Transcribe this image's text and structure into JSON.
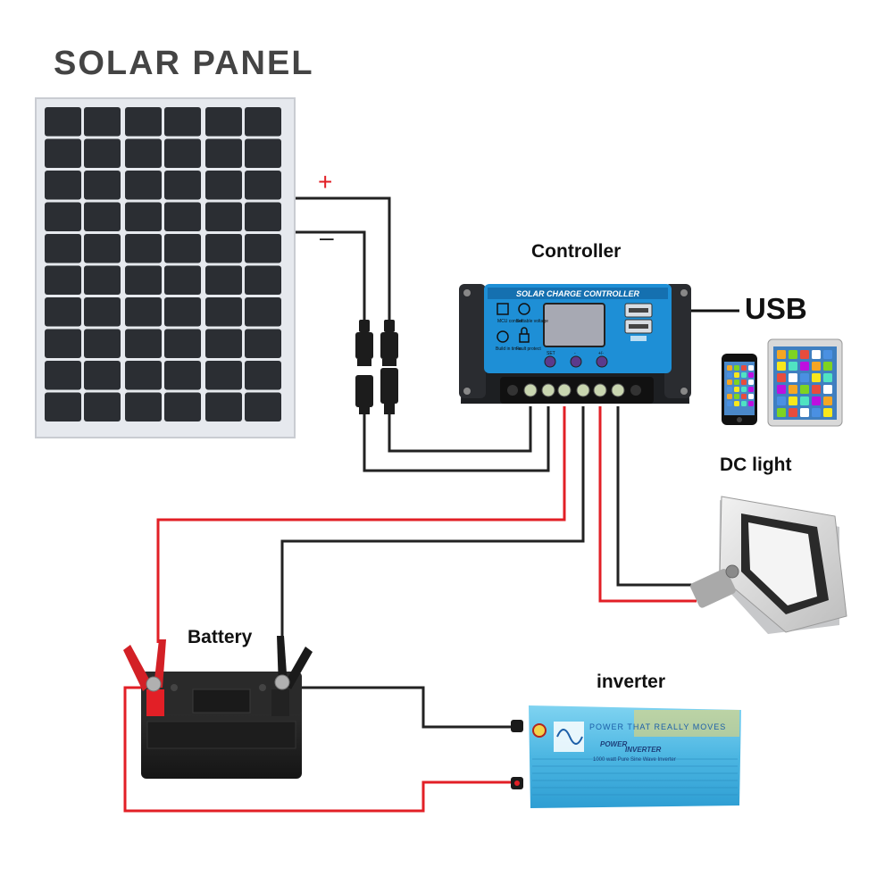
{
  "labels": {
    "title": "SOLAR  PANEL",
    "controller": "Controller",
    "usb": "USB",
    "dc_light": "DC light",
    "battery": "Battery",
    "inverter": "inverter",
    "plus": "+",
    "minus": "–"
  },
  "controller_faceplate": {
    "header": "SOLAR CHARGE CONTROLLER",
    "icon_labels": [
      "MCU control",
      "Settable voltage",
      "Build in timer",
      "Fault protect"
    ],
    "button_labels": [
      "SET",
      "-",
      "+/-"
    ]
  },
  "inverter_faceplate": {
    "slogan": "POWER THAT REALLY MOVES",
    "brand": "POWER",
    "model": "INVERTER",
    "spec": "1000 watt Pure Sine Wave Inverter"
  },
  "colors": {
    "positive_wire": "#e21f26",
    "negative_wire": "#222222",
    "controller_blue": "#1e8fd6",
    "inverter_blue": "#5fc2e8",
    "panel_cell": "#2b2e33"
  }
}
